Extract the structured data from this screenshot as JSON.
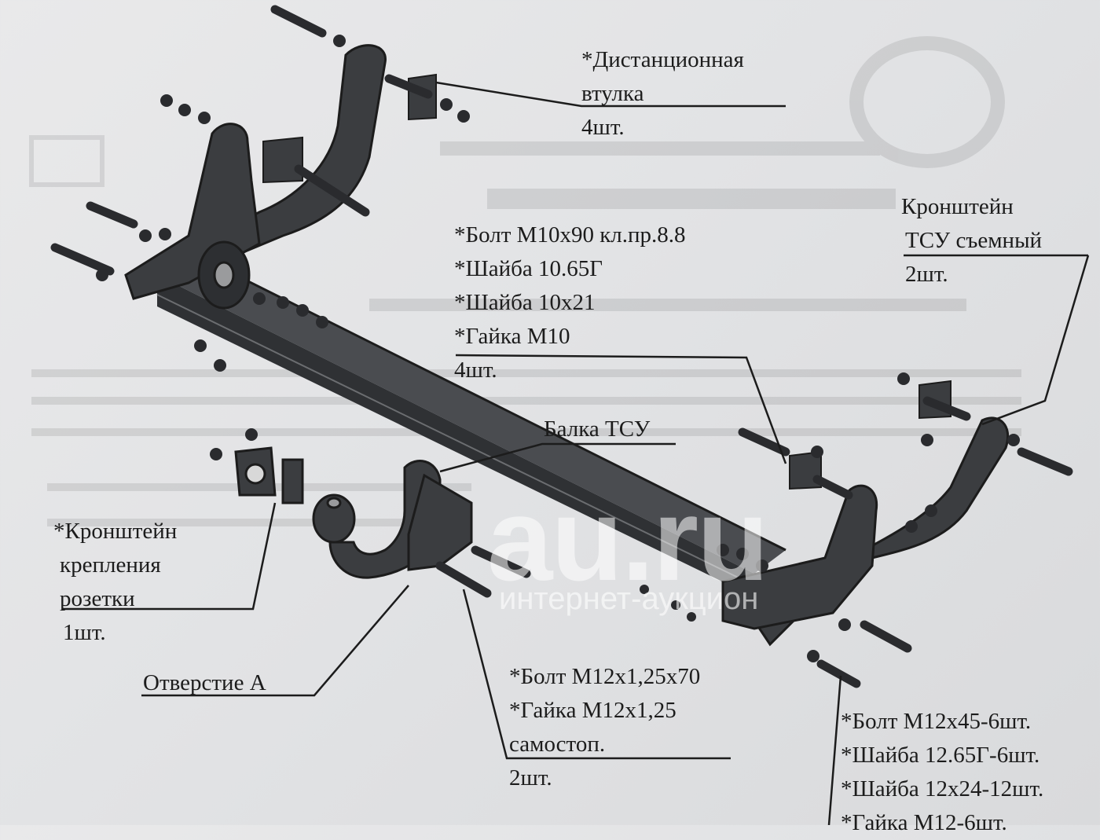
{
  "labels": {
    "spacer": [
      "*Дистанционная",
      "втулка",
      "4шт."
    ],
    "bracket_removable": [
      "Кронштейн",
      "ТСУ съемный",
      "2шт."
    ],
    "bolt_m10": [
      "*Болт М10х90 кл.пр.8.8",
      "*Шайба 10.65Г",
      "*Шайба 10х21",
      "*Гайка М10",
      "4шт."
    ],
    "beam": "Балка ТСУ",
    "socket_bracket": [
      "*Кронштейн",
      "крепления",
      "розетки",
      "1шт."
    ],
    "hole_a": "Отверстие А",
    "bolt_m12_70": [
      "*Болт М12х1,25х70",
      "*Гайка М12х1,25",
      "самостоп.",
      "2шт."
    ],
    "bolt_m12_45": [
      "*Болт М12х45-6шт.",
      "*Шайба 12.65Г-6шт.",
      "*Шайба 12х24-12шт.",
      "*Гайка М12-6шт."
    ]
  },
  "watermark": {
    "brand": "au.ru",
    "tagline": "интернет-аукцион"
  },
  "colors": {
    "paper": "#e4e5e7",
    "ink": "#1c1c1c",
    "metal": "#3b3d40"
  }
}
